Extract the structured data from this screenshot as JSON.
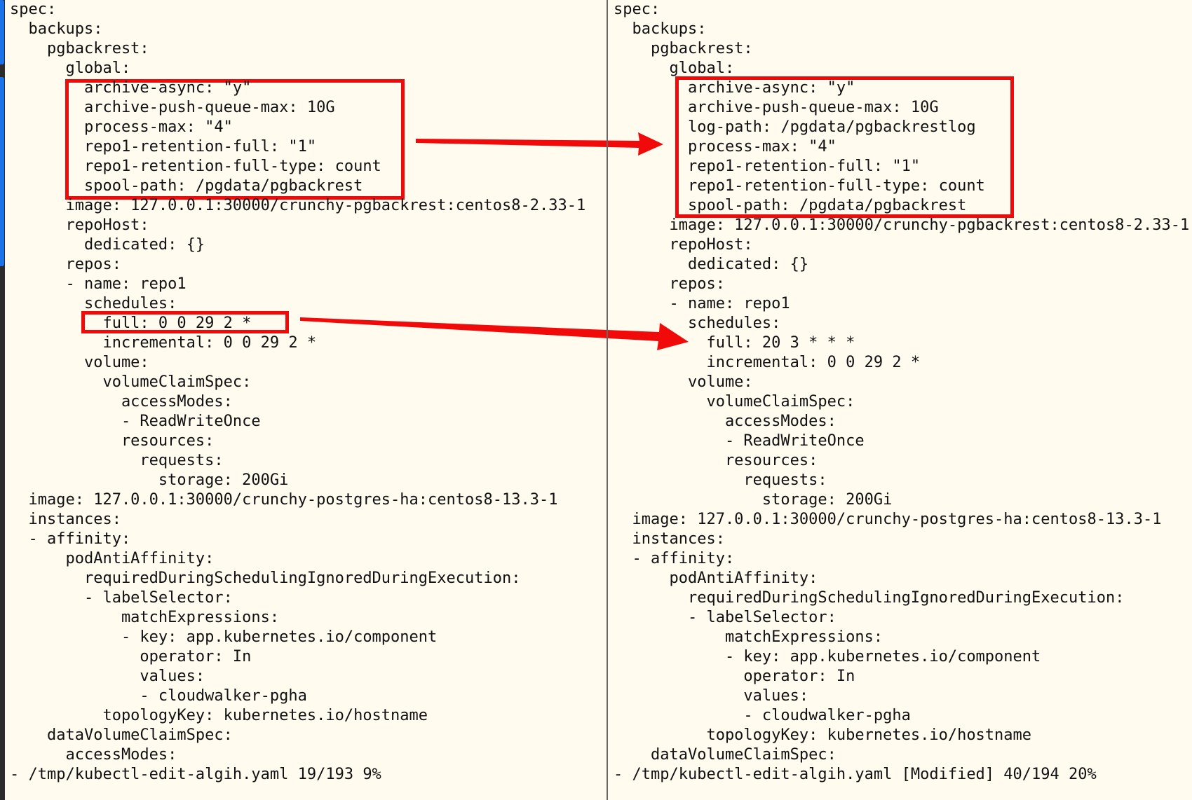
{
  "left_pane": {
    "lines": [
      "spec:",
      "  backups:",
      "    pgbackrest:",
      "      global:",
      "        archive-async: \"y\"",
      "        archive-push-queue-max: 10G",
      "        process-max: \"4\"",
      "        repo1-retention-full: \"1\"",
      "        repo1-retention-full-type: count",
      "        spool-path: /pgdata/pgbackrest",
      "      image: 127.0.0.1:30000/crunchy-pgbackrest:centos8-2.33-1",
      "      repoHost:",
      "        dedicated: {}",
      "      repos:",
      "      - name: repo1",
      "        schedules:",
      "          full: 0 0 29 2 *",
      "          incremental: 0 0 29 2 *",
      "        volume:",
      "          volumeClaimSpec:",
      "            accessModes:",
      "            - ReadWriteOnce",
      "            resources:",
      "              requests:",
      "                storage: 200Gi",
      "  image: 127.0.0.1:30000/crunchy-postgres-ha:centos8-13.3-1",
      "  instances:",
      "  - affinity:",
      "      podAntiAffinity:",
      "        requiredDuringSchedulingIgnoredDuringExecution:",
      "        - labelSelector:",
      "            matchExpressions:",
      "            - key: app.kubernetes.io/component",
      "              operator: In",
      "              values:",
      "              - cloudwalker-pgha",
      "          topologyKey: kubernetes.io/hostname",
      "    dataVolumeClaimSpec:",
      "      accessModes:"
    ],
    "status": "- /tmp/kubectl-edit-algih.yaml 19/193 9%"
  },
  "right_pane": {
    "lines": [
      "spec:",
      "  backups:",
      "    pgbackrest:",
      "      global:",
      "        archive-async: \"y\"",
      "        archive-push-queue-max: 10G",
      "        log-path: /pgdata/pgbackrestlog",
      "        process-max: \"4\"",
      "        repo1-retention-full: \"1\"",
      "        repo1-retention-full-type: count",
      "        spool-path: /pgdata/pgbackrest",
      "      image: 127.0.0.1:30000/crunchy-pgbackrest:centos8-2.33-1",
      "      repoHost:",
      "        dedicated: {}",
      "      repos:",
      "      - name: repo1",
      "        schedules:",
      "          full: 20 3 * * *",
      "          incremental: 0 0 29 2 *",
      "        volume:",
      "          volumeClaimSpec:",
      "            accessModes:",
      "            - ReadWriteOnce",
      "            resources:",
      "              requests:",
      "                storage: 200Gi",
      "  image: 127.0.0.1:30000/crunchy-postgres-ha:centos8-13.3-1",
      "  instances:",
      "  - affinity:",
      "      podAntiAffinity:",
      "        requiredDuringSchedulingIgnoredDuringExecution:",
      "        - labelSelector:",
      "            matchExpressions:",
      "            - key: app.kubernetes.io/component",
      "              operator: In",
      "              values:",
      "              - cloudwalker-pgha",
      "          topologyKey: kubernetes.io/hostname",
      "    dataVolumeClaimSpec:"
    ],
    "status": "- /tmp/kubectl-edit-algih.yaml [Modified] 40/194 20%"
  },
  "colors": {
    "background": "#fffbef",
    "annotation": "#f00a0a",
    "window_strip": "#1a73e8"
  }
}
